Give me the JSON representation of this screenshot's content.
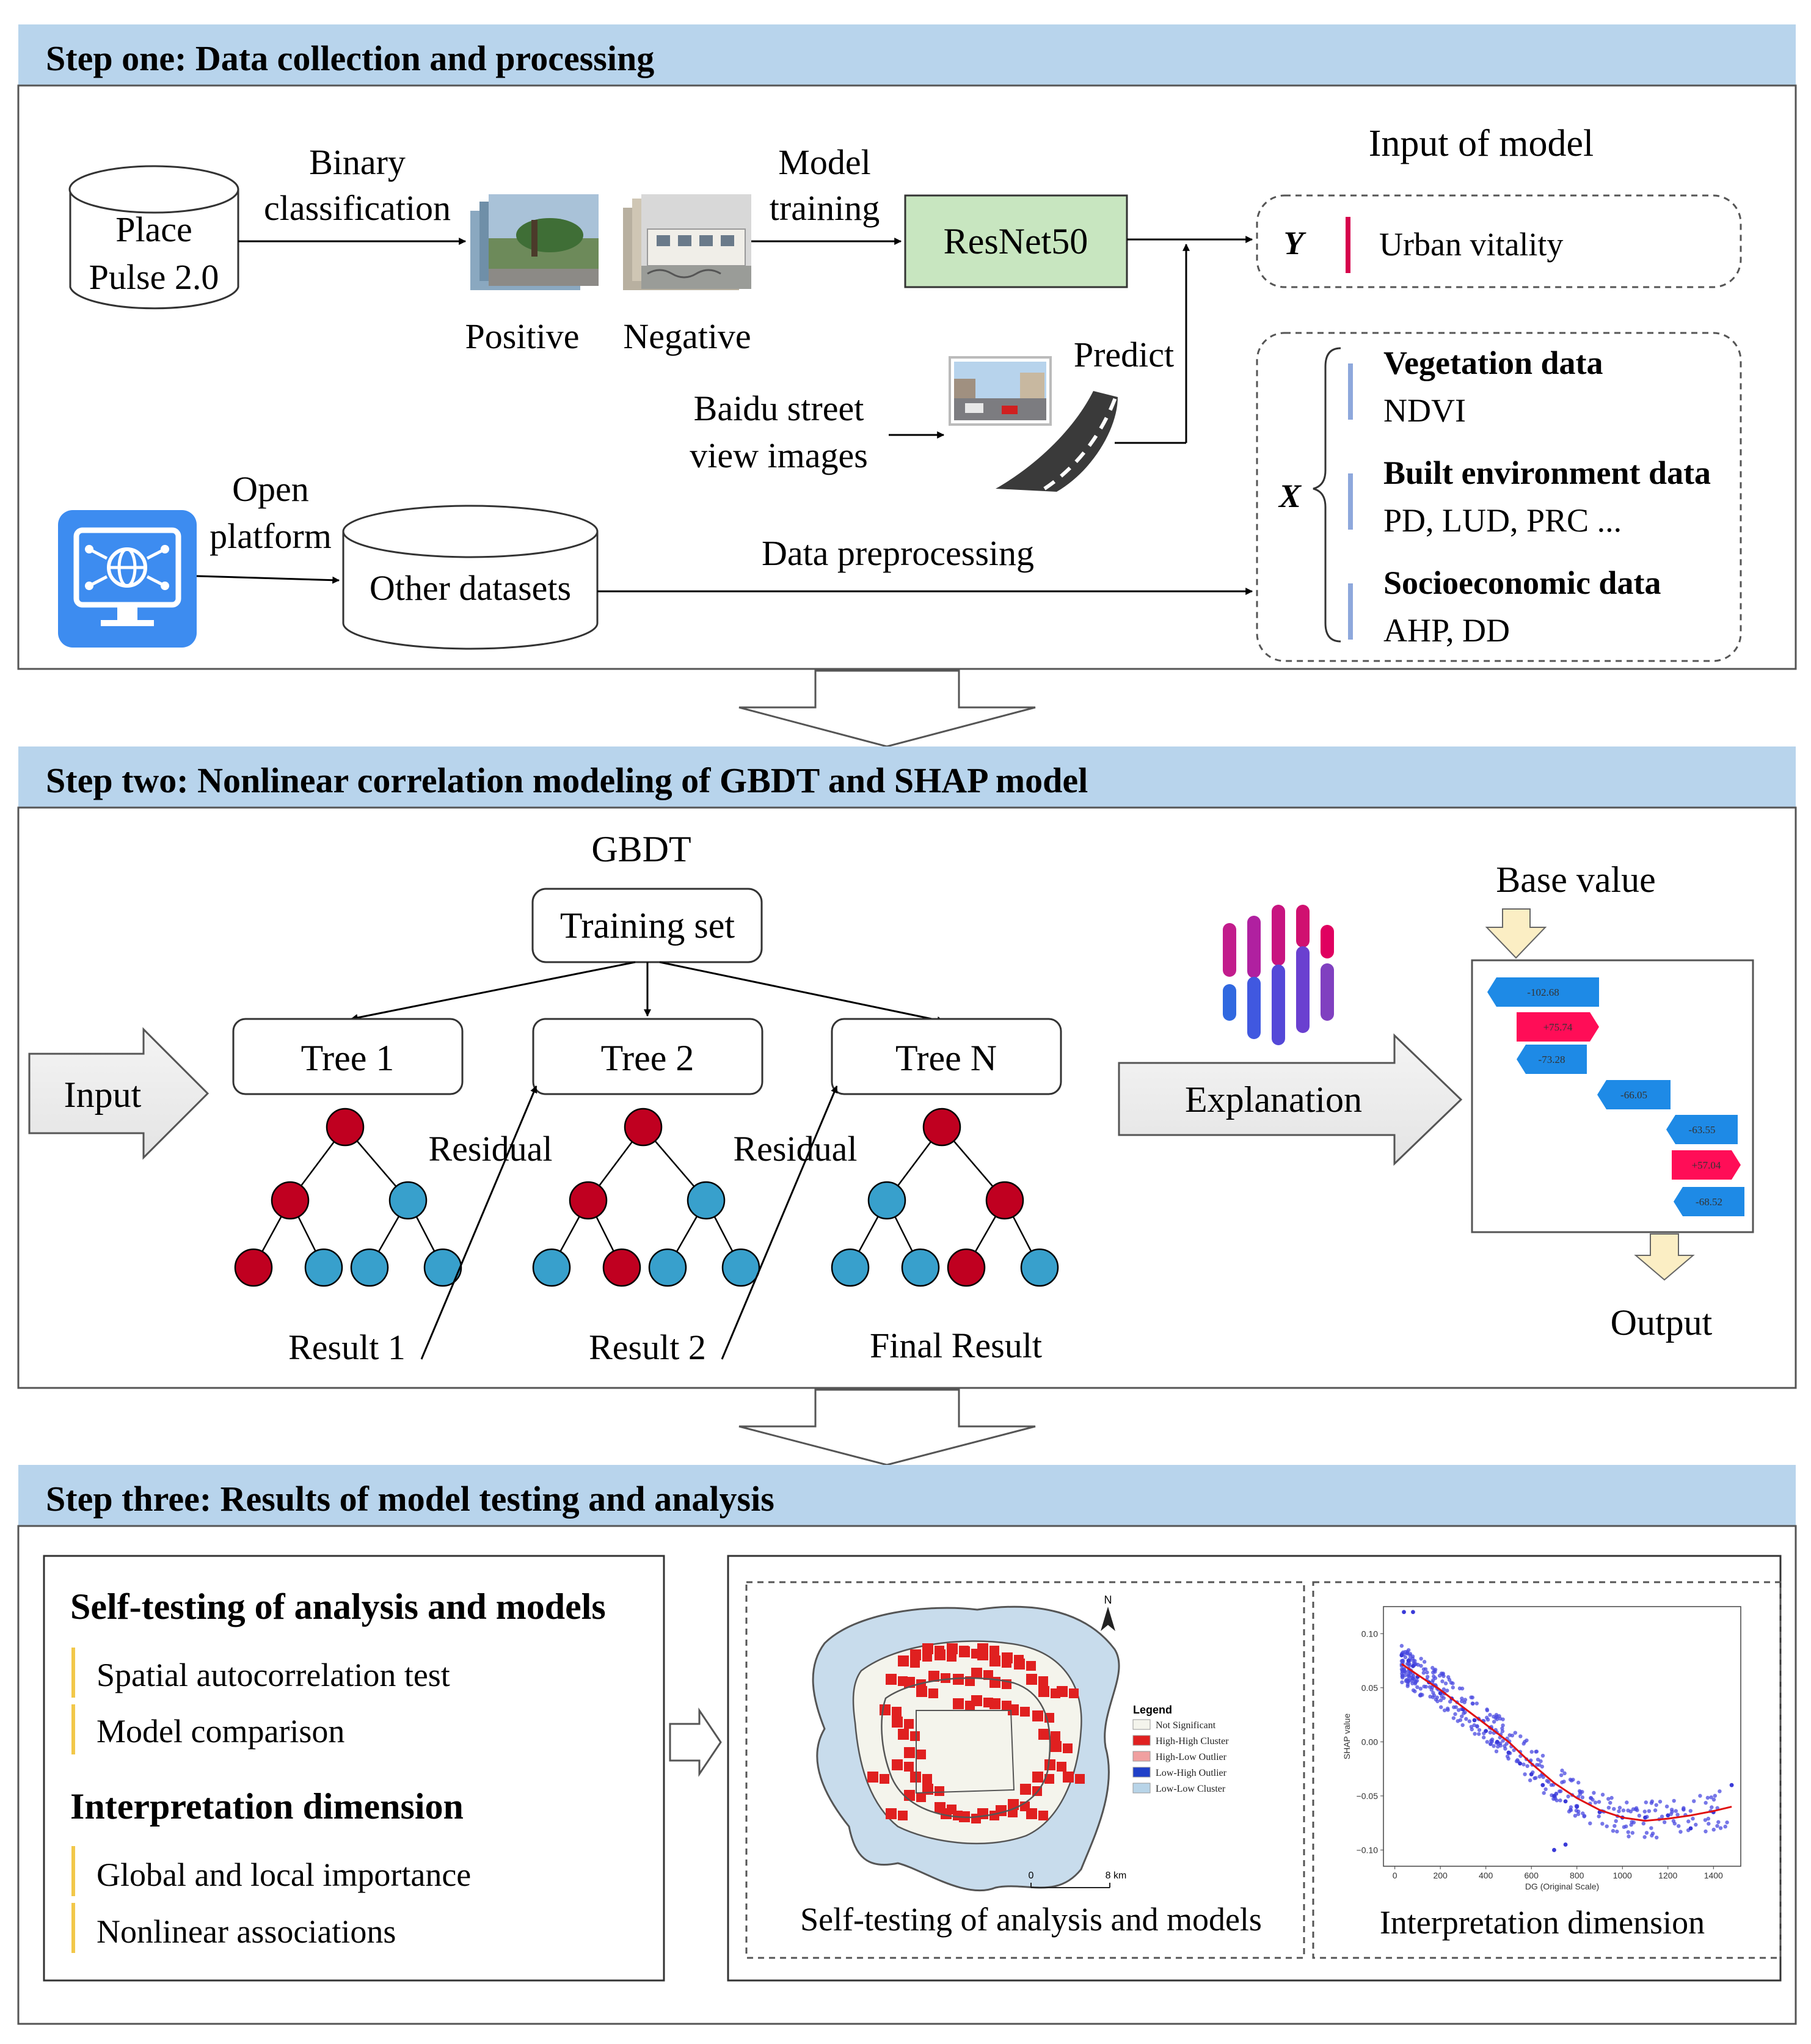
{
  "step1": {
    "header": "Step one: Data collection and processing",
    "place_pulse_line1": "Place",
    "place_pulse_line2": "Pulse 2.0",
    "binary_line1": "Binary",
    "binary_line2": "classification",
    "positive": "Positive",
    "negative": "Negative",
    "model_training_line1": "Model",
    "model_training_line2": "training",
    "resnet": "ResNet50",
    "predict": "Predict",
    "baidu_line1": "Baidu street",
    "baidu_line2": "view images",
    "open_platform_line1": "Open",
    "open_platform_line2": "platform",
    "other_datasets": "Other datasets",
    "data_preprocessing": "Data preprocessing",
    "input_of_model": "Input of model",
    "y_symbol": "Y",
    "urban_vitality": "Urban vitality",
    "x_symbol": "X",
    "vegetation_title": "Vegetation data",
    "vegetation_items": "NDVI",
    "built_title": "Built environment data",
    "built_items": "PD, LUD, PRC ...",
    "socio_title": "Socioeconomic data",
    "socio_items": "AHP, DD"
  },
  "step2": {
    "header": "Step two: Nonlinear correlation modeling of GBDT and SHAP model",
    "gbdt": "GBDT",
    "training_set": "Training set",
    "input": "Input",
    "trees": [
      "Tree 1",
      "Tree 2",
      "Tree N"
    ],
    "residual": "Residual",
    "results": [
      "Result 1",
      "Result 2",
      "Final Result"
    ],
    "explanation": "Explanation",
    "base_value": "Base value",
    "output": "Output",
    "waterfall_values": [
      "-102.68",
      "+75.74",
      "-73.28",
      "-66.05",
      "-63.55",
      "+57.04",
      "-68.52"
    ]
  },
  "step3": {
    "header": "Step three: Results of model testing and analysis",
    "self_testing_title": "Self-testing of analysis and models",
    "self_testing_items": [
      "Spatial autocorrelation test",
      "Model comparison"
    ],
    "interpretation_title": "Interpretation dimension",
    "interpretation_items": [
      "Global and local importance",
      "Nonlinear associations"
    ],
    "map_caption": "Self-testing of analysis and models",
    "plot_caption": "Interpretation dimension",
    "map": {
      "north": "N",
      "scale_start": "0",
      "scale_end": "8 km",
      "legend_title": "Legend",
      "legend_items": [
        {
          "label": "Not Significant",
          "color": "#f4f4ec"
        },
        {
          "label": "High-High Cluster",
          "color": "#e02020"
        },
        {
          "label": "High-Low Outlier",
          "color": "#f0a0a0"
        },
        {
          "label": "Low-High Outlier",
          "color": "#2040c8"
        },
        {
          "label": "Low-Low Cluster",
          "color": "#b8d4e8"
        }
      ]
    }
  },
  "chart_data": {
    "type": "scatter",
    "xlabel": "DG (Original Scale)",
    "ylabel": "SHAP value",
    "xlim": [
      -50,
      1520
    ],
    "ylim": [
      -0.115,
      0.125
    ],
    "xticks": [
      0,
      200,
      400,
      600,
      800,
      1000,
      1200,
      1400
    ],
    "yticks": [
      0.1,
      0.05,
      0.0,
      -0.05,
      -0.1
    ],
    "ytick_labels": [
      "0.10",
      "0.05",
      "0.00",
      "−0.05",
      "−0.10"
    ],
    "points_sample": [
      [
        30,
        0.08
      ],
      [
        60,
        0.075
      ],
      [
        80,
        0.07
      ],
      [
        100,
        0.06
      ],
      [
        150,
        0.055
      ],
      [
        200,
        0.045
      ],
      [
        250,
        0.04
      ],
      [
        300,
        0.03
      ],
      [
        350,
        0.02
      ],
      [
        400,
        0.01
      ],
      [
        450,
        0.0
      ],
      [
        500,
        -0.01
      ],
      [
        550,
        -0.02
      ],
      [
        600,
        -0.03
      ],
      [
        650,
        -0.04
      ],
      [
        700,
        -0.05
      ],
      [
        750,
        -0.055
      ],
      [
        800,
        -0.06
      ],
      [
        900,
        -0.065
      ],
      [
        1000,
        -0.07
      ],
      [
        1100,
        -0.07
      ],
      [
        1200,
        -0.068
      ],
      [
        1300,
        -0.08
      ],
      [
        1400,
        -0.065
      ],
      [
        1480,
        -0.04
      ],
      [
        40,
        0.12
      ],
      [
        80,
        0.12
      ],
      [
        700,
        -0.1
      ],
      [
        750,
        -0.095
      ]
    ],
    "fit_curve": [
      [
        30,
        0.072
      ],
      [
        100,
        0.062
      ],
      [
        200,
        0.048
      ],
      [
        300,
        0.032
      ],
      [
        400,
        0.016
      ],
      [
        500,
        0.0
      ],
      [
        600,
        -0.02
      ],
      [
        700,
        -0.038
      ],
      [
        800,
        -0.052
      ],
      [
        900,
        -0.063
      ],
      [
        1000,
        -0.07
      ],
      [
        1100,
        -0.073
      ],
      [
        1200,
        -0.071
      ],
      [
        1300,
        -0.068
      ],
      [
        1400,
        -0.064
      ],
      [
        1480,
        -0.06
      ]
    ]
  },
  "colors": {
    "header_band": "#b8d4ec",
    "resnet_fill": "#c8e6c0",
    "red_node": "#c00020",
    "blue_node": "#38a0cc",
    "waterfall_blue": "#1e8ae6",
    "waterfall_red": "#ff0d57",
    "y_bar": "#d6004c",
    "x_bar": "#8ea8dc",
    "bullet": "#f2c84a"
  }
}
